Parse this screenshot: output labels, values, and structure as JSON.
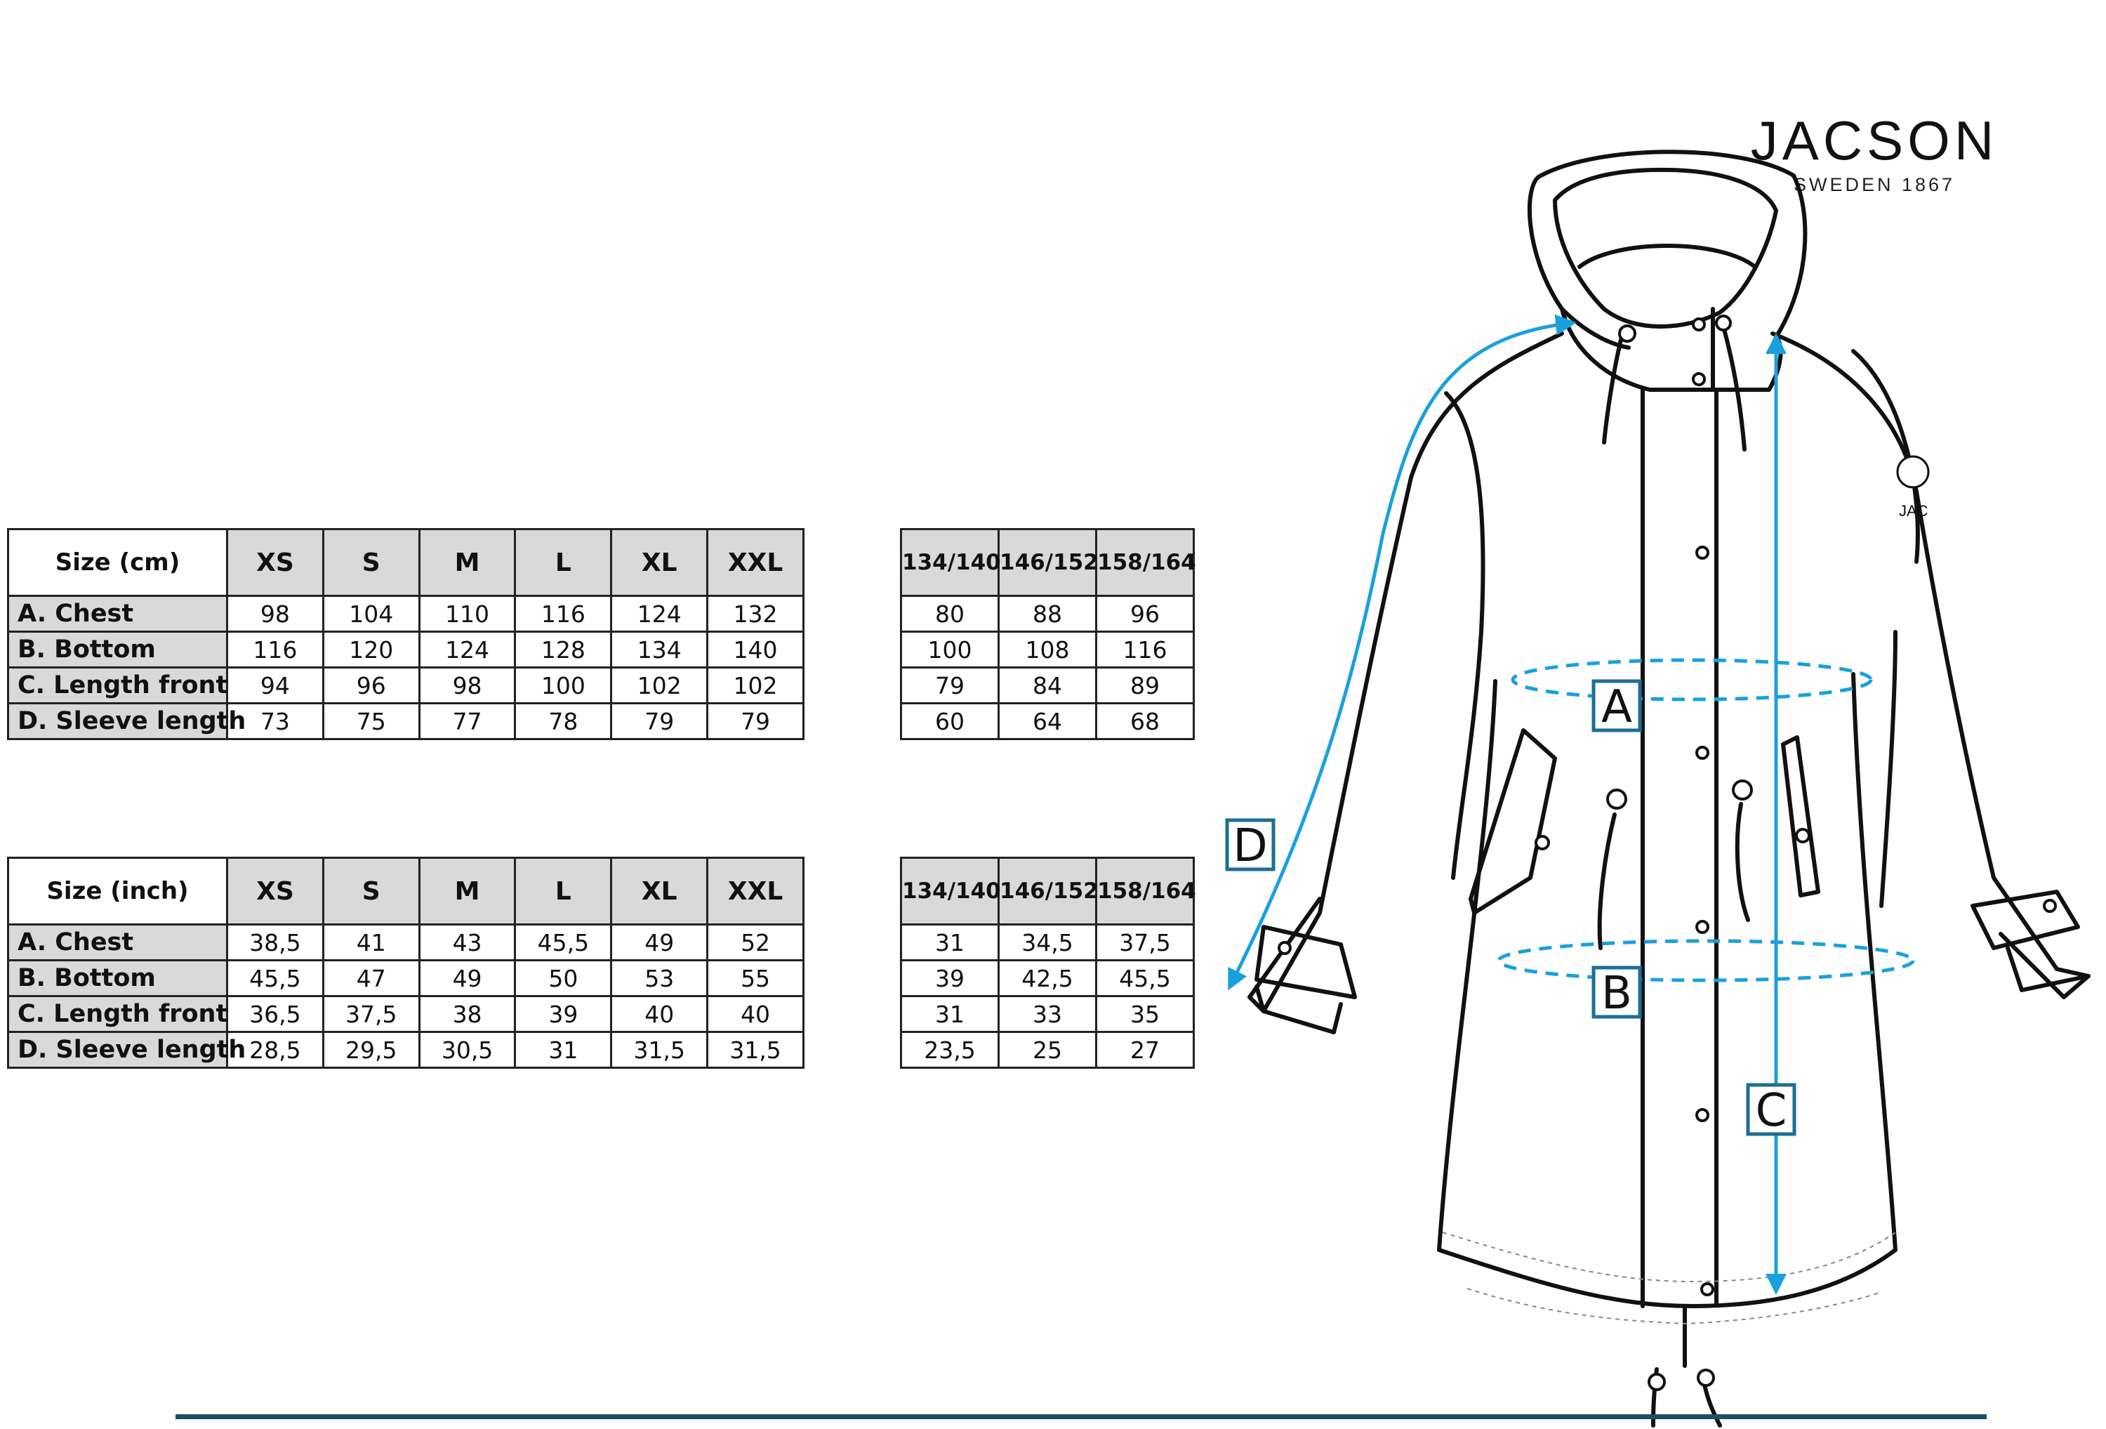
{
  "brand": {
    "name": "JACSON",
    "tagline": "SWEDEN 1867"
  },
  "colors": {
    "measure_accent": "#1aa0de",
    "header_fill": "#d9d9d9",
    "footer_rule": "#1e4e66"
  },
  "tables": {
    "cm": {
      "corner": "Size (cm)",
      "sizes": [
        "XS",
        "S",
        "M",
        "L",
        "XL",
        "XXL"
      ],
      "rows": [
        {
          "label": "A. Chest",
          "values": [
            "98",
            "104",
            "110",
            "116",
            "124",
            "132"
          ]
        },
        {
          "label": "B. Bottom",
          "values": [
            "116",
            "120",
            "124",
            "128",
            "134",
            "140"
          ]
        },
        {
          "label": "C. Length front",
          "values": [
            "94",
            "96",
            "98",
            "100",
            "102",
            "102"
          ]
        },
        {
          "label": "D. Sleeve length",
          "values": [
            "73",
            "75",
            "77",
            "78",
            "79",
            "79"
          ]
        }
      ]
    },
    "inch": {
      "corner": "Size (inch)",
      "sizes": [
        "XS",
        "S",
        "M",
        "L",
        "XL",
        "XXL"
      ],
      "rows": [
        {
          "label": "A. Chest",
          "values": [
            "38,5",
            "41",
            "43",
            "45,5",
            "49",
            "52"
          ]
        },
        {
          "label": "B. Bottom",
          "values": [
            "45,5",
            "47",
            "49",
            "50",
            "53",
            "55"
          ]
        },
        {
          "label": "C. Length front",
          "values": [
            "36,5",
            "37,5",
            "38",
            "39",
            "40",
            "40"
          ]
        },
        {
          "label": "D. Sleeve length",
          "values": [
            "28,5",
            "29,5",
            "30,5",
            "31",
            "31,5",
            "31,5"
          ]
        }
      ]
    },
    "kids_cm": {
      "sizes": [
        "134/140",
        "146/152",
        "158/164"
      ],
      "rows": [
        [
          "80",
          "88",
          "96"
        ],
        [
          "100",
          "108",
          "116"
        ],
        [
          "79",
          "84",
          "89"
        ],
        [
          "60",
          "64",
          "68"
        ]
      ]
    },
    "kids_inch": {
      "sizes": [
        "134/140",
        "146/152",
        "158/164"
      ],
      "rows": [
        [
          "31",
          "34,5",
          "37,5"
        ],
        [
          "39",
          "42,5",
          "45,5"
        ],
        [
          "31",
          "33",
          "35"
        ],
        [
          "23,5",
          "25",
          "27"
        ]
      ]
    }
  },
  "diagram": {
    "markers": {
      "a": "A",
      "b": "B",
      "c": "C",
      "d": "D"
    },
    "sleeve_badge": "JAC",
    "icons": [
      "coat-drawing",
      "measurement-arrow"
    ]
  }
}
